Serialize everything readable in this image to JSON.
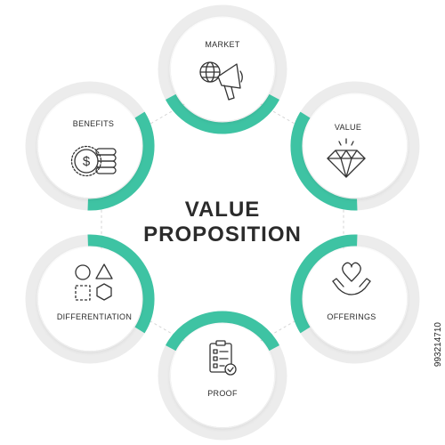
{
  "title": {
    "line1": "VALUE",
    "line2": "PROPOSITION"
  },
  "colors": {
    "accent": "#3ec3a3",
    "ring_gray": "#ececec",
    "circle_fill": "#ffffff",
    "text": "#2b2b2b",
    "icon_stroke": "#333333"
  },
  "nodes": [
    {
      "id": "market",
      "label": "MARKET",
      "icon": "globe-megaphone-icon"
    },
    {
      "id": "value",
      "label": "VALUE",
      "icon": "diamond-icon"
    },
    {
      "id": "offerings",
      "label": "OFFERINGS",
      "icon": "heart-hands-icon"
    },
    {
      "id": "proof",
      "label": "PROOF",
      "icon": "checklist-clipboard-icon"
    },
    {
      "id": "differentiation",
      "label": "DIFFERENTIATION",
      "icon": "shapes-icon"
    },
    {
      "id": "benefits",
      "label": "BENEFITS",
      "icon": "dollar-coins-icon"
    }
  ],
  "stock_id": "993214710"
}
